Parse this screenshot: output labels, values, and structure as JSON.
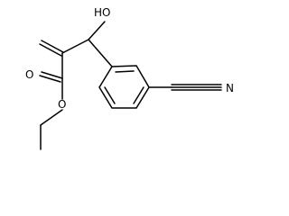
{
  "structure": {
    "atoms": {
      "hydroxyl": "HO",
      "carbonyl_oxygen": "O",
      "ester_oxygen": "O",
      "nitrile_nitrogen": "N"
    }
  },
  "colors": {
    "bond": "#000000",
    "text": "#000000",
    "background": "#ffffff"
  }
}
